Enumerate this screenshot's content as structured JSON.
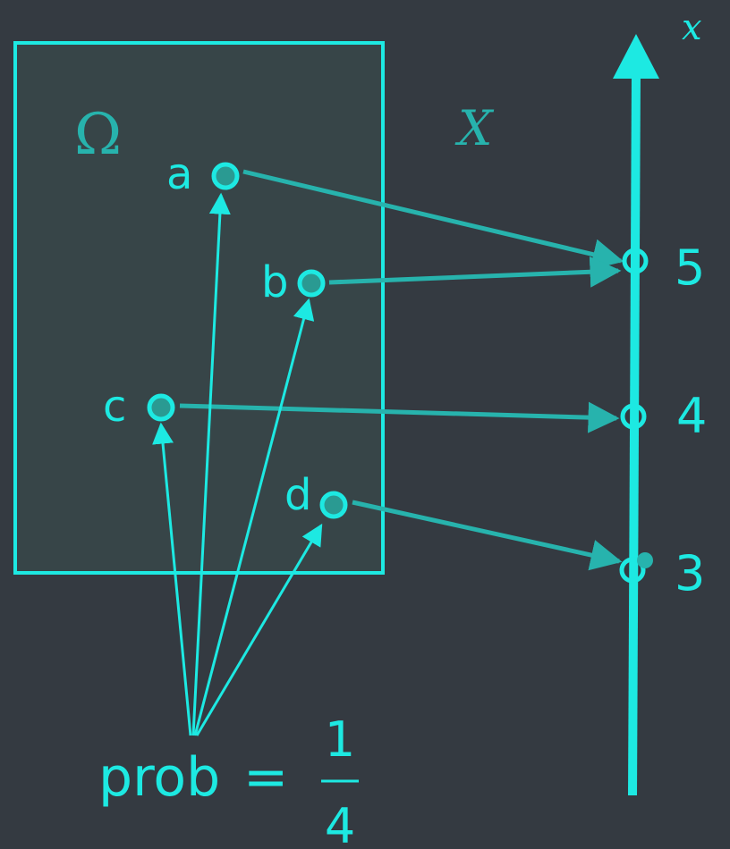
{
  "colors": {
    "background": "#343a41",
    "cyan": "#1de9e2",
    "teal": "#27b3ad",
    "box_fill": "#374548",
    "point_fill": "#2a9a92"
  },
  "omega_label": "Ω",
  "random_variable_label": "X",
  "axis_label": "x",
  "outcomes": [
    {
      "id": "a",
      "label": "a",
      "maps_to": 5
    },
    {
      "id": "b",
      "label": "b",
      "maps_to": 5
    },
    {
      "id": "c",
      "label": "c",
      "maps_to": 4
    },
    {
      "id": "d",
      "label": "d",
      "maps_to": 3
    }
  ],
  "axis_values": [
    {
      "label": "5",
      "value": 5
    },
    {
      "label": "4",
      "value": 4
    },
    {
      "label": "3",
      "value": 3
    }
  ],
  "probability": {
    "label": "prob",
    "equals": "=",
    "numerator": "1",
    "denominator": "4"
  }
}
